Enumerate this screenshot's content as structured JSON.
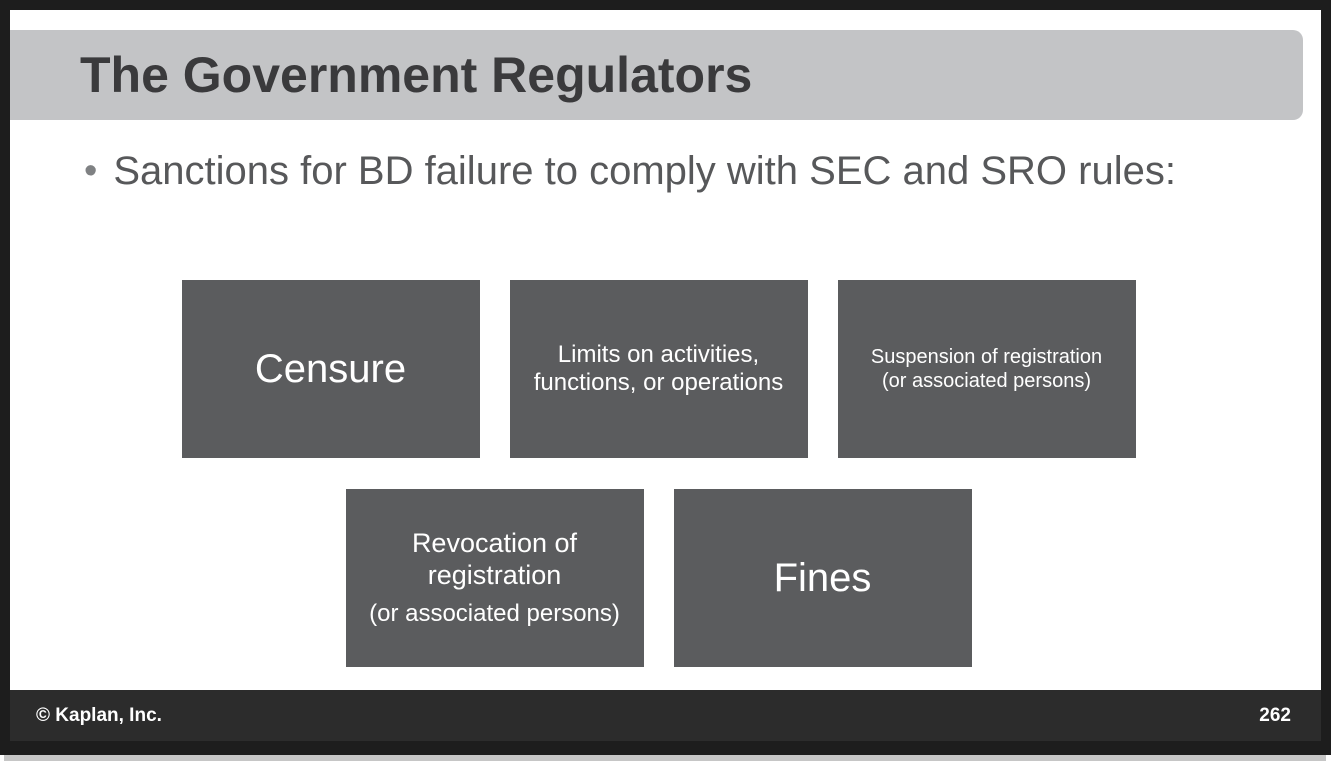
{
  "slide": {
    "title": "The Government Regulators",
    "bullet": {
      "marker": "•",
      "text": "Sanctions for BD failure to comply with SEC and SRO rules:"
    },
    "boxes": [
      {
        "label": "Censure"
      },
      {
        "label": "Limits on activities, functions, or operations"
      },
      {
        "label": "Suspension of registration",
        "sublabel": "(or associated persons)"
      },
      {
        "label": "Revocation of registration",
        "sublabel": "(or associated persons)"
      },
      {
        "label": "Fines"
      }
    ],
    "footer": {
      "copyright": "© Kaplan, Inc.",
      "page_number": "262"
    },
    "colors": {
      "frame": "#1d1d1d",
      "title_bar": "#c3c4c6",
      "title_text": "#3a3a3c",
      "body_text": "#57585a",
      "box_fill": "#5b5c5e",
      "box_text": "#ffffff",
      "footer_bar": "#2c2c2c",
      "footer_text": "#ffffff"
    }
  }
}
